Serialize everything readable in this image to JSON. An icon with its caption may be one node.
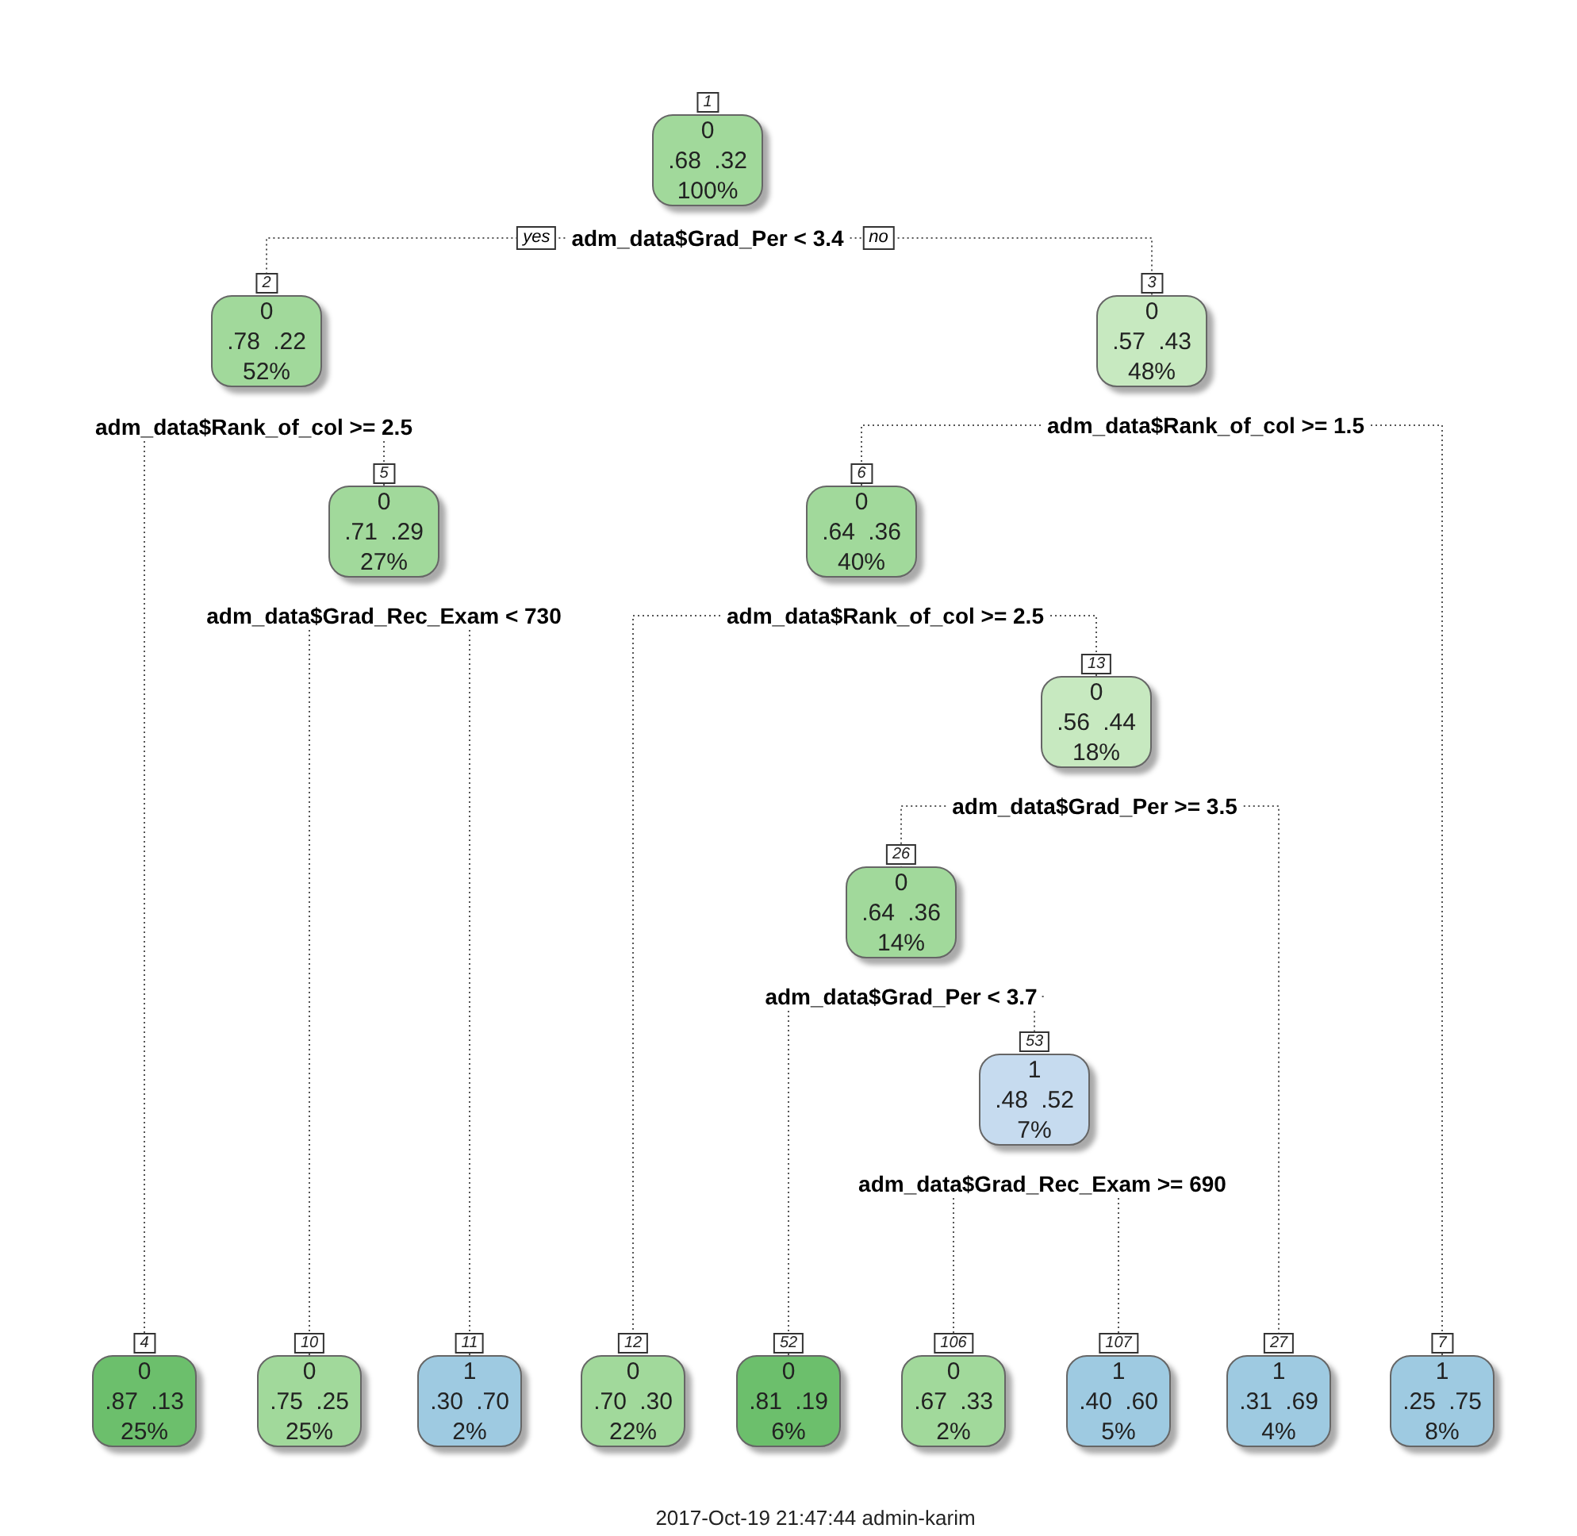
{
  "diagram": {
    "caption": "2017-Oct-19 21:47:44 admin-karim",
    "nodes": [
      {
        "text": [
          "1",
          "0",
          ".68 .32",
          "100%"
        ],
        "beside": [
          "adm_data$Grad_Per < 3.4"
        ]
      },
      {
        "text": [
          "2",
          "0",
          ".78 .22",
          "52%"
        ],
        "beside": [
          "adm_data$Rank_of_col >= 2.5"
        ]
      },
      {
        "text": [
          "3",
          "0",
          ".57 .43",
          "48%"
        ],
        "beside": [
          "adm_data$Rank_of_col >= 1.5"
        ]
      },
      {
        "text": [
          "5",
          "0",
          ".71 .29",
          "27%"
        ],
        "beside": [
          "adm_data$Grad_Rec_Exam < 730"
        ]
      },
      {
        "text": [
          "6",
          "0",
          ".64 .36",
          "40%"
        ],
        "beside": [
          "adm_data$Rank_of_col >= 2.5"
        ]
      },
      {
        "text": [
          "13",
          "0",
          ".56 .44",
          "18%"
        ],
        "beside": [
          "adm_data$Grad_Per >= 3.5"
        ]
      },
      {
        "text": [
          "26",
          "0",
          ".64 .36",
          "14%"
        ],
        "beside": [
          "adm_data$Grad_Per < 3.7"
        ]
      },
      {
        "text": [
          "53",
          "1",
          ".48 .52",
          "7%"
        ],
        "beside": [
          "adm_data$Grad_Rec_Exam >= 690"
        ]
      },
      {
        "text": [
          "4",
          "0",
          ".87 .13",
          "25%"
        ]
      },
      {
        "text": [
          "10",
          "0",
          ".75 .25",
          "25%"
        ]
      },
      {
        "text": [
          "11",
          "1",
          ".30 .70",
          "2%"
        ]
      },
      {
        "text": [
          "12",
          "0",
          ".70 .30",
          "22%"
        ]
      },
      {
        "text": [
          "52",
          "0",
          ".81 .19",
          "6%"
        ]
      },
      {
        "text": [
          "106",
          "0",
          ".67 .33",
          "2%"
        ]
      },
      {
        "text": [
          "107",
          "1",
          ".40 .60",
          "5%"
        ]
      },
      {
        "text": [
          "27",
          "1",
          ".31 .69",
          "4%"
        ]
      },
      {
        "text": [
          "7",
          "1",
          ".25 .75",
          "8%"
        ]
      }
    ],
    "edges": [
      {
        "from": 0,
        "to": 1,
        "arrow": "none",
        "label": "yes"
      },
      {
        "from": 0,
        "to": 2,
        "arrow": "none",
        "label": "no"
      },
      {
        "from": 1,
        "to": 8,
        "arrow": "none"
      },
      {
        "from": 1,
        "to": 3,
        "arrow": "none"
      },
      {
        "from": 3,
        "to": 9,
        "arrow": "none"
      },
      {
        "from": 3,
        "to": 10,
        "arrow": "none"
      },
      {
        "from": 2,
        "to": 4,
        "arrow": "none"
      },
      {
        "from": 2,
        "to": 16,
        "arrow": "none"
      },
      {
        "from": 4,
        "to": 11,
        "arrow": "none"
      },
      {
        "from": 4,
        "to": 5,
        "arrow": "none"
      },
      {
        "from": 5,
        "to": 6,
        "arrow": "none"
      },
      {
        "from": 5,
        "to": 15,
        "arrow": "none"
      },
      {
        "from": 6,
        "to": 12,
        "arrow": "none"
      },
      {
        "from": 6,
        "to": 7,
        "arrow": "none"
      },
      {
        "from": 7,
        "to": 13,
        "arrow": "none"
      },
      {
        "from": 7,
        "to": 14,
        "arrow": "none"
      }
    ]
  }
}
